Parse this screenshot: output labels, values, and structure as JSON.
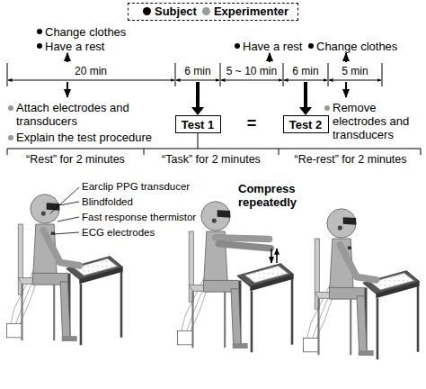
{
  "diagram": {
    "nodes": [
      {
        "text": [
          "Test 1"
        ]
      },
      {
        "text": [
          "Test 2"
        ]
      }
    ],
    "labels": [
      "Change clothes",
      "Have a rest",
      "20 min",
      "6 min",
      "5 ~ 10 min",
      "6 min",
      "5 min",
      "Have a rest",
      "Change clothes",
      "Attach electrodes and transducers",
      "Explain the test procedure",
      "=",
      "Remove electrodes and transducers",
      "“Rest” for 2 minutes",
      "“Task” for 2 minutes",
      "“Re-rest” for 2 minutes",
      "Earclip PPG transducer",
      "Blindfolded",
      "Fast response thermistor",
      "ECG electrodes",
      "Compress repeatedly"
    ],
    "legend": [
      {
        "text": "Subject",
        "color": "#000000"
      },
      {
        "text": "Experimenter",
        "color": "#999999"
      }
    ]
  }
}
